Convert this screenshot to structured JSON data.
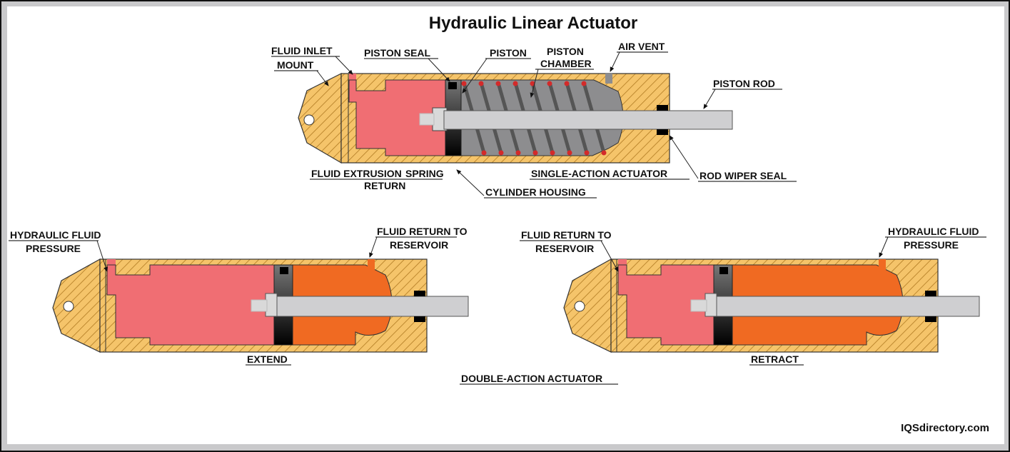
{
  "title": "Hydraulic Linear Actuator",
  "brand": "IQSdirectory.com",
  "colors": {
    "housing": "#f5c46a",
    "hatch": "#b07a22",
    "fluid_pressure": "#f06e73",
    "fluid_return": "#f06a22",
    "chamber_air": "#8d8d8f",
    "rod": "#cfcfd1",
    "seal": "#0a0a0a",
    "spring_dot": "#d32a2a"
  },
  "single_action": {
    "caption": "SINGLE-ACTION ACTUATOR",
    "labels": {
      "fluid_inlet": "FLUID INLET",
      "mount": "MOUNT",
      "piston_seal": "PISTON SEAL",
      "piston": "PISTON",
      "piston_chamber_1": "PISTON",
      "piston_chamber_2": "CHAMBER",
      "air_vent": "AIR VENT",
      "piston_rod": "PISTON ROD",
      "fluid_extrusion": "FLUID EXTRUSION",
      "spring_return_1": "SPRING",
      "spring_return_2": "RETURN",
      "cylinder_housing": "CYLINDER HOUSING",
      "rod_wiper_seal": "ROD WIPER SEAL"
    }
  },
  "double_action": {
    "caption": "DOUBLE-ACTION ACTUATOR",
    "extend": {
      "caption": "EXTEND",
      "left_label_1": "HYDRAULIC FLUID",
      "left_label_2": "PRESSURE",
      "right_label_1": "FLUID RETURN TO",
      "right_label_2": "RESERVOIR"
    },
    "retract": {
      "caption": "RETRACT",
      "left_label_1": "FLUID RETURN TO",
      "left_label_2": "RESERVOIR",
      "right_label_1": "HYDRAULIC FLUID",
      "right_label_2": "PRESSURE"
    }
  }
}
